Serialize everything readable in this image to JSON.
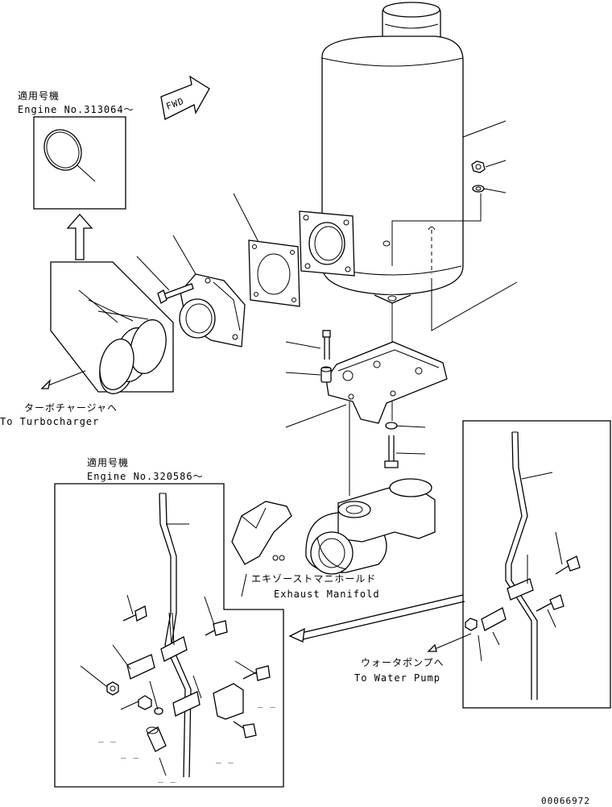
{
  "inset_top": {
    "applies_label": "適用号機",
    "engine_label": "Engine No.313064～"
  },
  "inset_bottom": {
    "applies_label": "適用号機",
    "engine_label": "Engine No.320586～"
  },
  "fwd_label": "FWD",
  "turbo": {
    "jp": "ターボチャージャヘ",
    "en": "To Turbocharger"
  },
  "manifold": {
    "jp": "エキゾーストマニホールド",
    "en": "Exhaust Manifold"
  },
  "water_pump": {
    "jp": "ウォータポンプへ",
    "en": "To Water Pump"
  },
  "drawing_no": "00066972"
}
